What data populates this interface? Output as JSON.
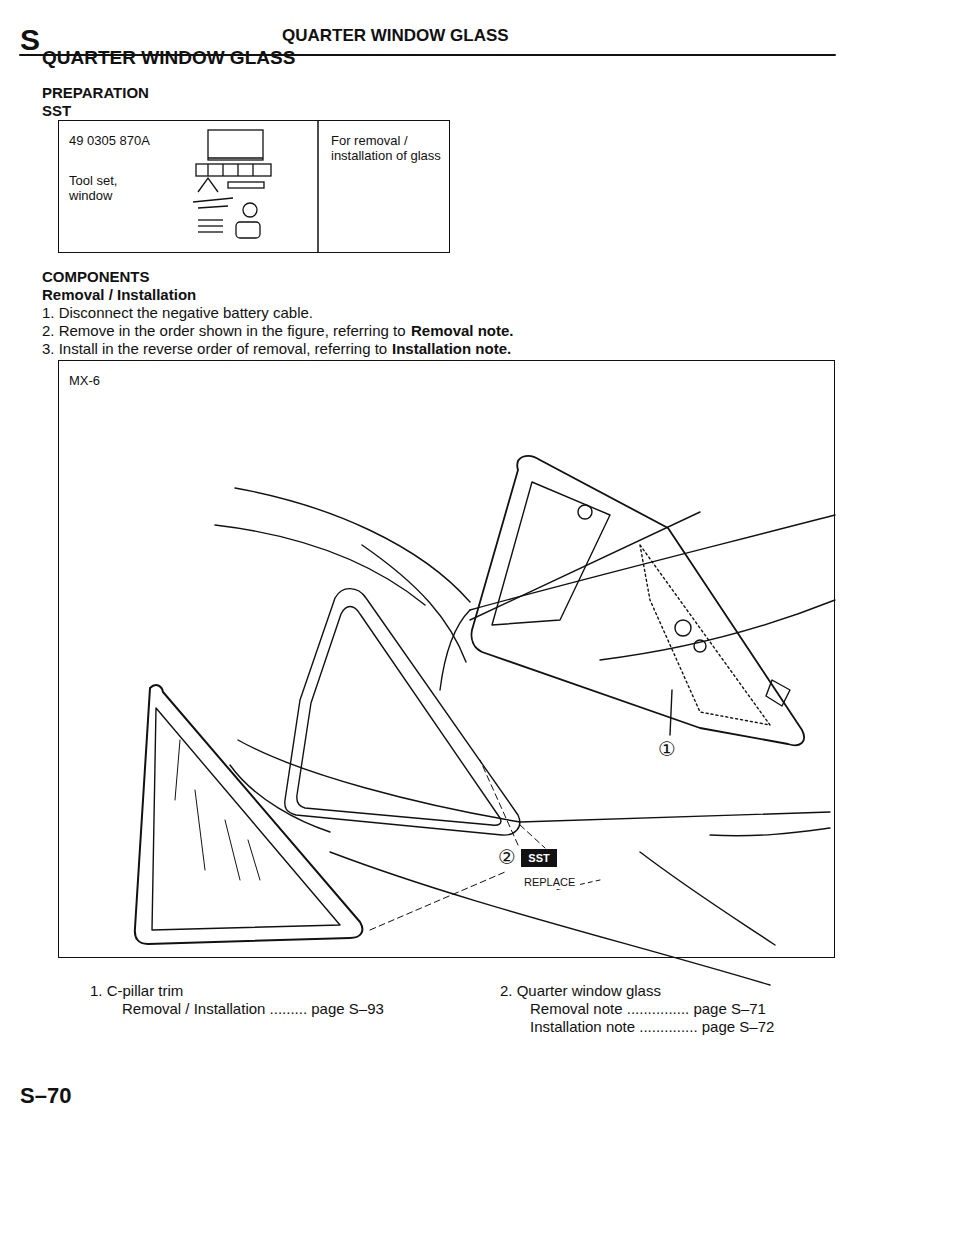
{
  "diagram": {
    "title": "QUARTER WINDOW GLASS",
    "nodes": [
      {
        "text": [
          "49 0305 870A",
          "Tool set, window",
          "For removal / installation of glass"
        ]
      },
      {
        "text": [
          "MX-6"
        ]
      },
      {
        "text": [
          "SST"
        ],
        "in": 1
      }
    ],
    "labels": [
      "S",
      "QUARTER WINDOW GLASS",
      "PREPARATION",
      "SST",
      "COMPONENTS",
      "Removal / Installation",
      "1. Disconnect the negative battery cable.",
      "2. Remove in the order shown in the figure, referring to",
      "Removal note.",
      "3. Install in the reverse order of removal, referring to",
      "Installation note.",
      "①",
      "②",
      "REPLACE",
      "1. C-pillar trim",
      "Removal / Installation ......... page S–93",
      "2. Quarter window glass",
      "Removal note ............... page S–71",
      "Installation note .............. page S–72",
      "S–70"
    ]
  }
}
